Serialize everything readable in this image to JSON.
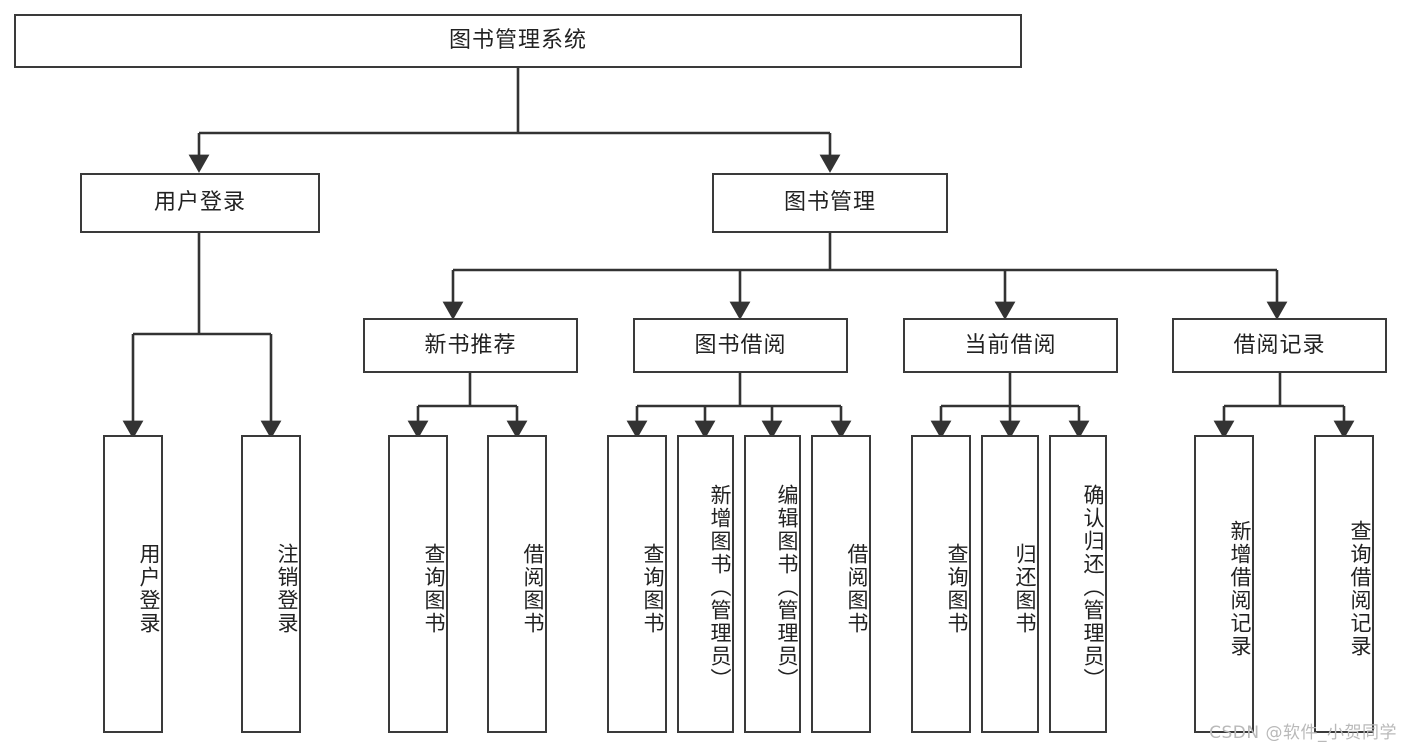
{
  "diagram": {
    "type": "tree-hierarchy-chart",
    "title": "图书管理系统",
    "watermark": "CSDN @软件_小贺同学",
    "colors": {
      "box_border": "#3a3a3a",
      "box_fill": "#ffffff",
      "connector": "#333333",
      "text": "#222222",
      "watermark": "#b9b9b9"
    },
    "root": {
      "label": "图书管理系统"
    },
    "level1": [
      {
        "label": "用户登录"
      },
      {
        "label": "图书管理"
      }
    ],
    "level2": [
      {
        "label": "新书推荐"
      },
      {
        "label": "图书借阅"
      },
      {
        "label": "当前借阅"
      },
      {
        "label": "借阅记录"
      }
    ],
    "leaves": {
      "user_login": [
        {
          "label": "用户登录"
        },
        {
          "label": "注销登录"
        }
      ],
      "new_book_recommend": [
        {
          "label": "查询图书"
        },
        {
          "label": "借阅图书"
        }
      ],
      "book_borrow": [
        {
          "label": "查询图书"
        },
        {
          "label": "新增图书（管理员）"
        },
        {
          "label": "编辑图书（管理员）"
        },
        {
          "label": "借阅图书"
        }
      ],
      "current_borrow": [
        {
          "label": "查询图书"
        },
        {
          "label": "归还图书"
        },
        {
          "label": "确认归还（管理员）"
        }
      ],
      "borrow_record": [
        {
          "label": "新增借阅记录"
        },
        {
          "label": "查询借阅记录"
        }
      ]
    }
  }
}
